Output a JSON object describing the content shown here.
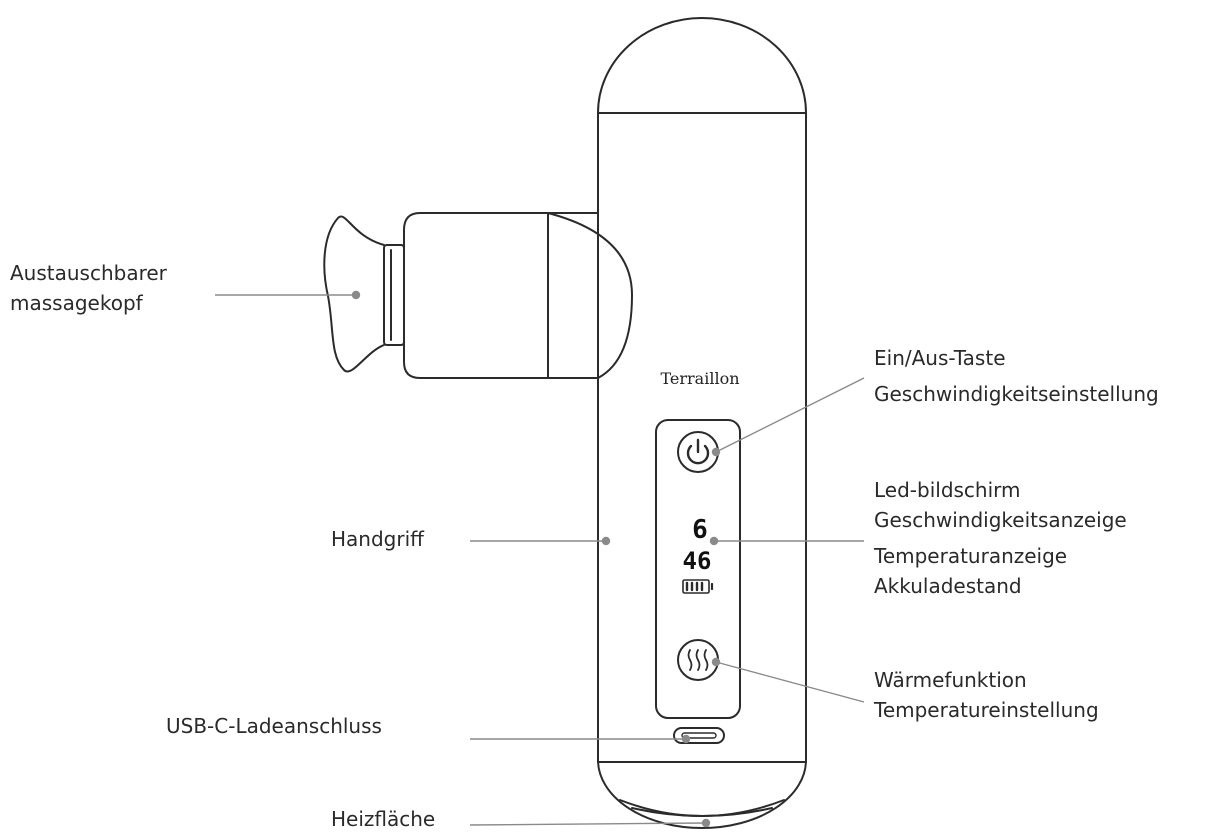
{
  "brand": "Terraillon",
  "display": {
    "speed": "6",
    "temperature": "46"
  },
  "labels": {
    "head_line1": "Austauschbarer",
    "head_line2": "massagekopf",
    "handle": "Handgriff",
    "usb": "USB-C-Ladeanschluss",
    "heating": "Heizfläche",
    "power_line1": "Ein/Aus-Taste",
    "power_line2": "Geschwindigkeitseinstellung",
    "led_line1": "Led-bildschirm",
    "led_line2": "Geschwindigkeitsanzeige",
    "led_line3": "Temperaturanzeige",
    "led_line4": "Akkuladestand",
    "heat_line1": "Wärmefunktion",
    "heat_line2": "Temperatureinstellung"
  },
  "colors": {
    "outline": "#2b2b2b",
    "leader": "#8a8a8a",
    "text": "#2a2a2a"
  }
}
